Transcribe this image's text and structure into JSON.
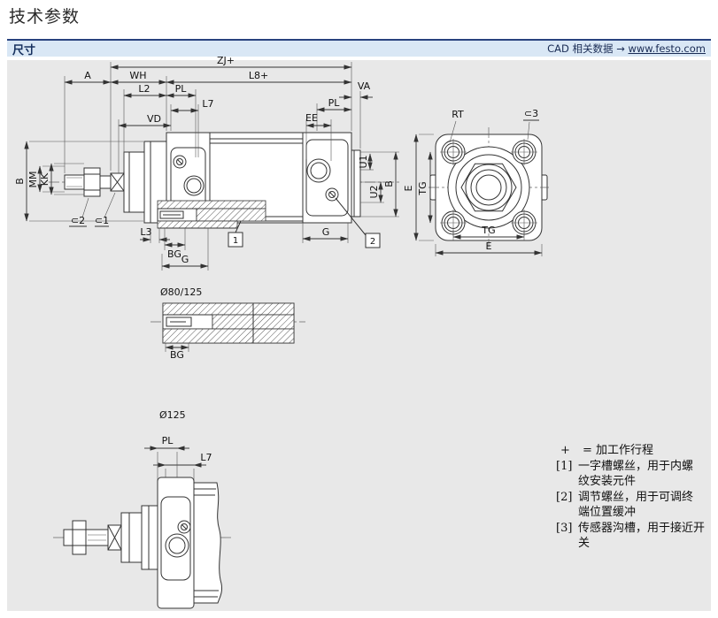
{
  "header": {
    "title": "技术参数",
    "section_label": "尺寸",
    "cad_label": "CAD 相关数据",
    "arrow": "→",
    "cad_link": "www.festo.com"
  },
  "dims": {
    "zj": "ZJ+",
    "a": "A",
    "wh": "WH",
    "l8": "L8+",
    "l2": "L2",
    "pl": "PL",
    "l7": "L7",
    "va": "VA",
    "vd": "VD",
    "ee": "EE",
    "b": "B",
    "mm": "MM",
    "kk": "KK",
    "sw2": "⊂2",
    "sw1": "⊂1",
    "sw3": "⊂3",
    "u1": "U1",
    "u2": "U2",
    "l3": "L3",
    "bg": "BG",
    "g": "G",
    "rt": "RT",
    "e": "E",
    "tg": "TG",
    "callout1": "1",
    "callout2": "2",
    "detail1": "Ø80/125",
    "detail2": "Ø125"
  },
  "legend": {
    "note": {
      "symbol": "+",
      "text": "= 加工作行程"
    },
    "items": [
      {
        "ref": "[1]",
        "line1": "一字槽螺丝，用于内螺",
        "line2": "纹安装元件"
      },
      {
        "ref": "[2]",
        "line1": "调节螺丝，用于可调终",
        "line2": "端位置缓冲"
      },
      {
        "ref": "[3]",
        "line1": "传感器沟槽，用于接近开",
        "line2": "关"
      }
    ]
  }
}
